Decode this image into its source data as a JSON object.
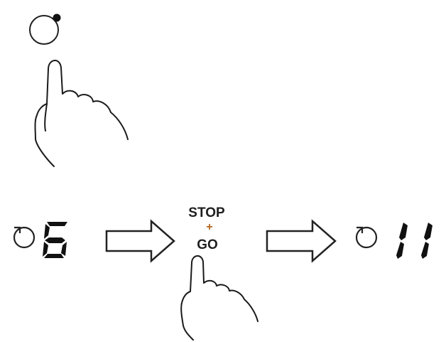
{
  "step1": {
    "timer_symbol": "timer-icon",
    "digit": "6"
  },
  "button_label": {
    "line1": "STOP",
    "plus": "+",
    "line2": "GO"
  },
  "step2": {
    "timer_symbol": "timer-icon",
    "digit": "11"
  },
  "colors": {
    "ink": "#111111",
    "plus_accent": "#b5651d"
  }
}
